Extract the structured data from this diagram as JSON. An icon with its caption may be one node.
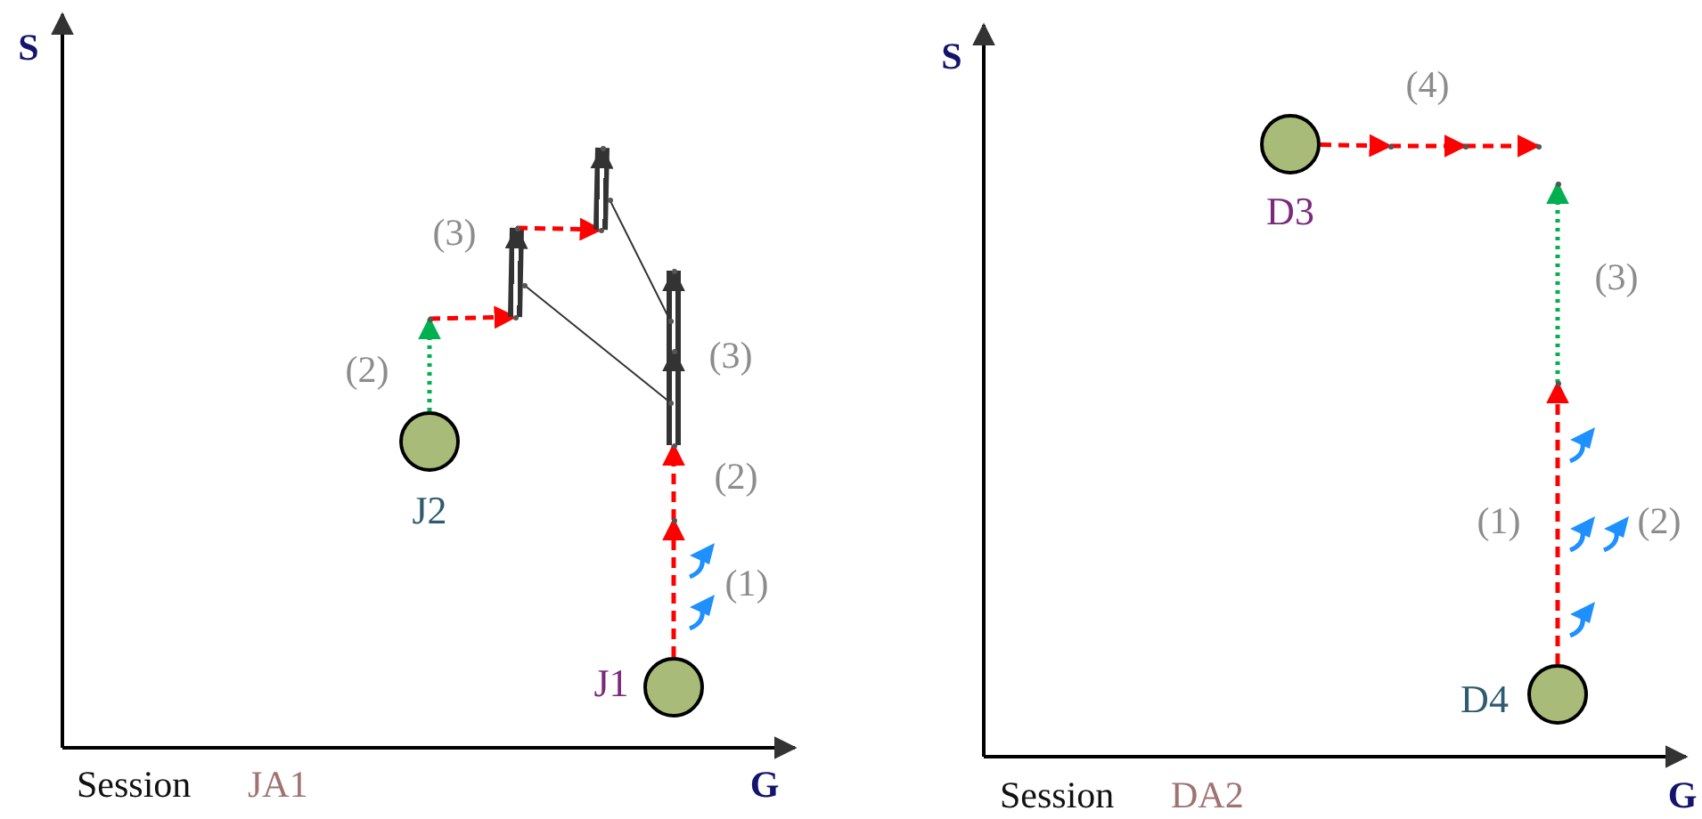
{
  "diagram": {
    "nodes": [
      {
        "text": [],
        "shape": "circle",
        "beside": [
          "J2"
        ]
      },
      {
        "text": [],
        "shape": "circle",
        "beside": [
          "J1"
        ]
      },
      {
        "text": [],
        "shape": "circle",
        "beside": [
          "D3"
        ]
      },
      {
        "text": [],
        "shape": "circle",
        "beside": [
          "D4"
        ]
      },
      {
        "text": [],
        "shape": "point"
      },
      {
        "text": [],
        "shape": "point"
      },
      {
        "text": [],
        "shape": "point"
      },
      {
        "text": [],
        "shape": "point"
      },
      {
        "text": [],
        "shape": "point"
      },
      {
        "text": [],
        "shape": "point"
      },
      {
        "text": [],
        "shape": "point"
      },
      {
        "text": [],
        "shape": "point"
      },
      {
        "text": [],
        "shape": "point"
      },
      {
        "text": [],
        "shape": "point"
      },
      {
        "text": [],
        "shape": "point"
      },
      {
        "text": [],
        "shape": "point"
      },
      {
        "text": [],
        "shape": "point"
      },
      {
        "text": [],
        "shape": "point"
      },
      {
        "text": [],
        "shape": "point"
      },
      {
        "text": [],
        "shape": "point"
      },
      {
        "text": [],
        "shape": "point"
      },
      {
        "text": [],
        "shape": "point"
      }
    ],
    "edges": [
      {
        "from": 0,
        "to": 8,
        "arrow": "to",
        "style": "dashed",
        "color": "#00b050"
      },
      {
        "from": 1,
        "to": 4,
        "arrow": "to",
        "style": "dashed"
      },
      {
        "from": 4,
        "to": 5,
        "arrow": "to",
        "style": "dashed"
      },
      {
        "from": 5,
        "to": 6,
        "arrow": "to",
        "style": "thick",
        "color": "#333333"
      },
      {
        "from": 6,
        "to": 7,
        "arrow": "to",
        "style": "thick",
        "color": "#333333"
      },
      {
        "from": 8,
        "to": 9,
        "arrow": "to",
        "style": "dashed"
      },
      {
        "from": 9,
        "to": 10,
        "arrow": "to",
        "style": "thick",
        "color": "#333333"
      },
      {
        "from": 10,
        "to": 11,
        "arrow": "to",
        "style": "dashed"
      },
      {
        "from": 11,
        "to": 12,
        "arrow": "to",
        "style": "thick",
        "color": "#333333"
      },
      {
        "from": 13,
        "to": 14,
        "arrow": "none",
        "color": "#333333"
      },
      {
        "from": 15,
        "to": 16,
        "arrow": "none",
        "color": "#333333"
      },
      {
        "from": 2,
        "to": 17,
        "arrow": "to",
        "style": "dashed"
      },
      {
        "from": 17,
        "to": 18,
        "arrow": "to",
        "style": "dashed"
      },
      {
        "from": 18,
        "to": 19,
        "arrow": "to",
        "style": "dashed"
      },
      {
        "from": 3,
        "to": 20,
        "arrow": "to",
        "style": "dashed"
      },
      {
        "from": 20,
        "to": 21,
        "arrow": "to",
        "style": "dashed",
        "color": "#00b050"
      }
    ],
    "labels": [
      "S",
      "(3)",
      "(2)",
      "(3)",
      "(2)",
      "(1)",
      "G",
      "Session",
      "JA1",
      "S",
      "(4)",
      "(3)",
      "(1)",
      "(2)",
      "G",
      "Session",
      "DA2"
    ]
  }
}
